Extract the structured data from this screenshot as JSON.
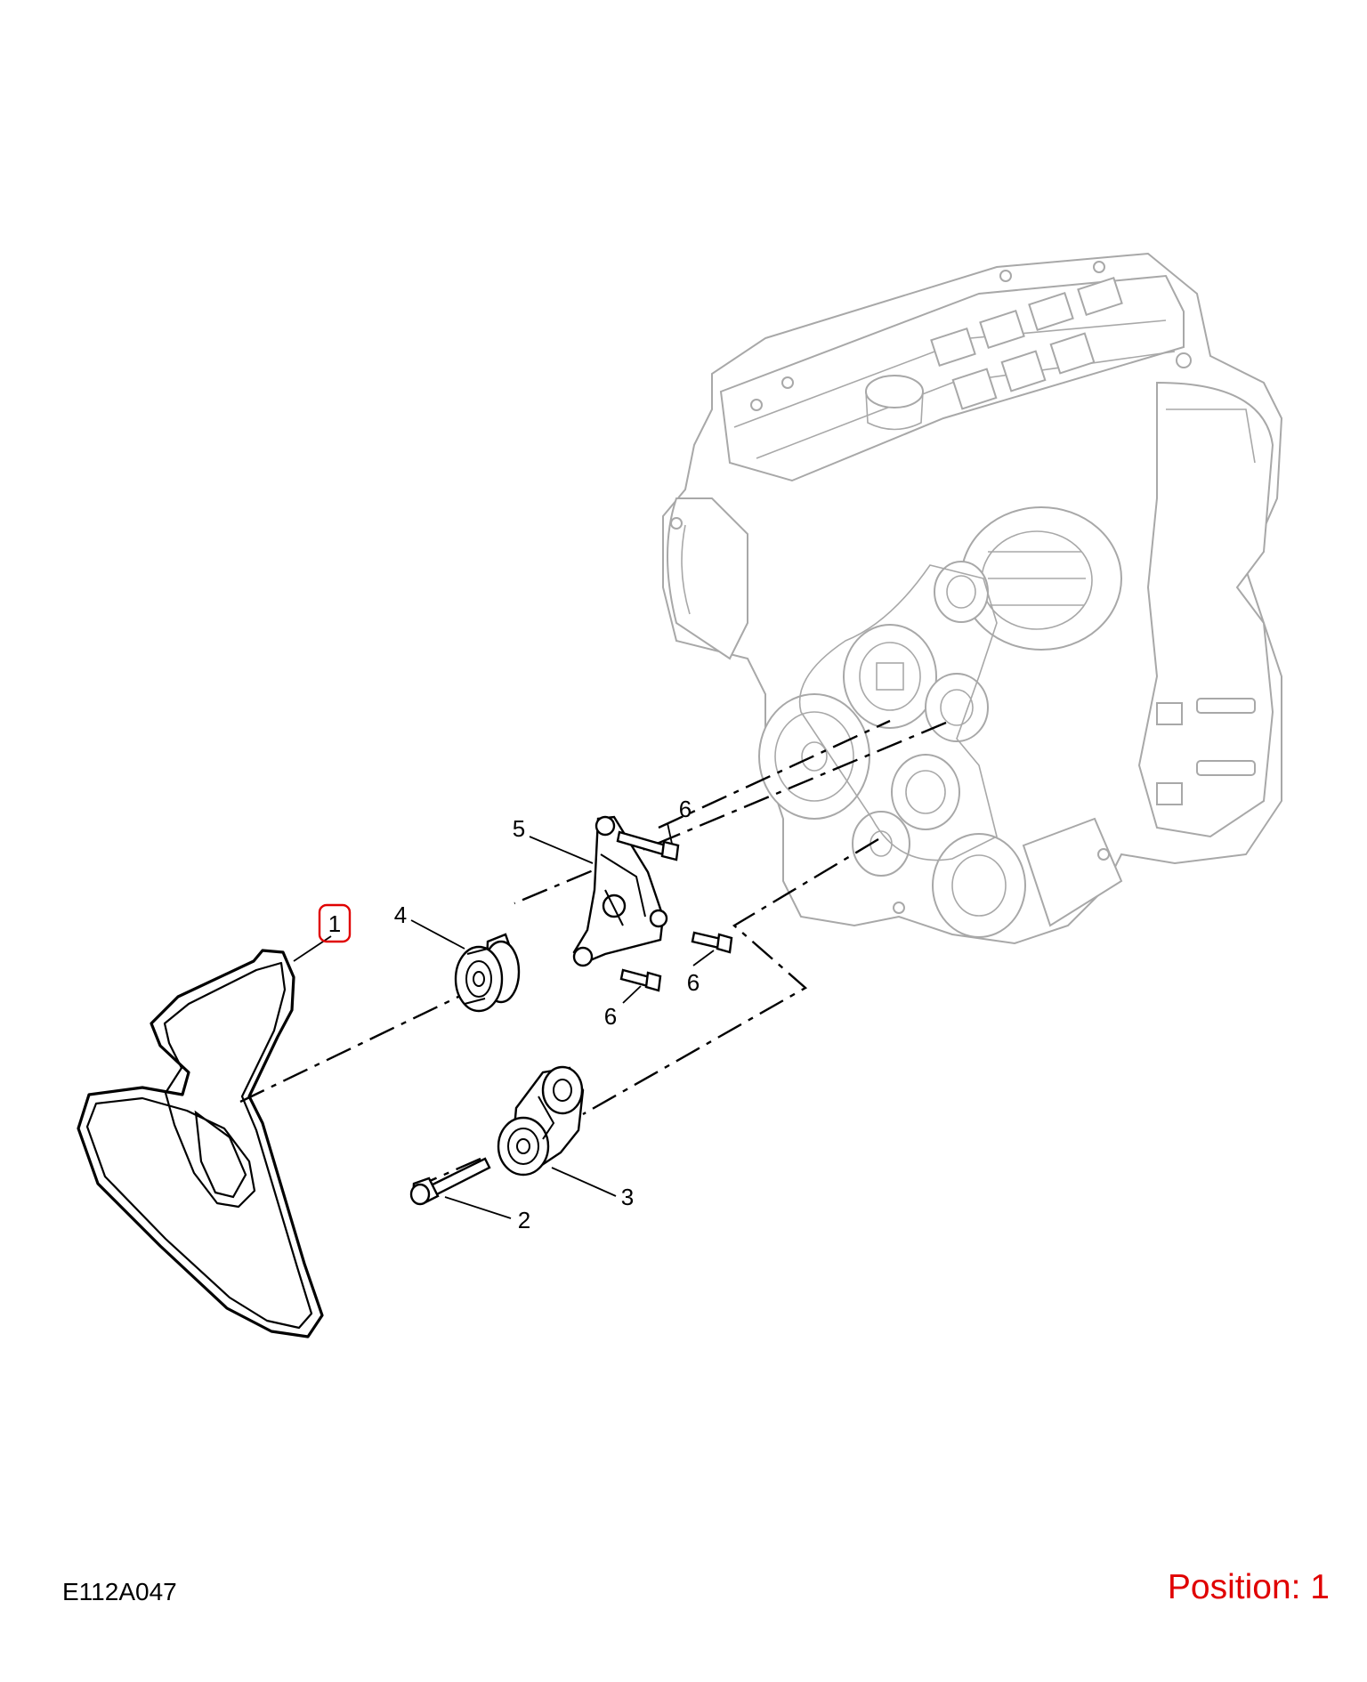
{
  "figure_code": "E112A047",
  "position_text": "Position: 1",
  "highlight_color": "#e00000",
  "callouts": [
    {
      "id": "belt",
      "label": "1",
      "highlighted": true
    },
    {
      "id": "tensioner-bolt",
      "label": "2",
      "highlighted": false
    },
    {
      "id": "tensioner",
      "label": "3",
      "highlighted": false
    },
    {
      "id": "idler-pulley",
      "label": "4",
      "highlighted": false
    },
    {
      "id": "bracket",
      "label": "5",
      "highlighted": false
    },
    {
      "id": "bracket-bolt-top",
      "label": "6",
      "highlighted": false
    },
    {
      "id": "bracket-bolt-right",
      "label": "6",
      "highlighted": false
    },
    {
      "id": "bracket-bolt-bottom",
      "label": "6",
      "highlighted": false
    }
  ]
}
